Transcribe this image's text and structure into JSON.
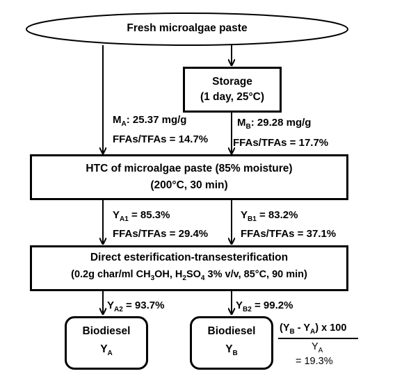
{
  "nodes": {
    "fresh": "Fresh microalgae paste",
    "storage": {
      "line1": "Storage",
      "line2": "(1 day, 25°C)"
    },
    "htc": {
      "line1": "HTC of microalgae paste (85% moisture)",
      "line2": "(200°C, 30 min)"
    },
    "ester": {
      "line1": "Direct esterification-transesterification",
      "line2_a": "(0.2g char/ml CH",
      "line2_b": "3",
      "line2_c": "OH, H",
      "line2_d": "2",
      "line2_e": "SO",
      "line2_f": "4",
      "line2_g": " 3% v/v, 85°C, 90 min)"
    },
    "biodiesel_a": {
      "title": "Biodiesel",
      "sym": "Y",
      "sub": "A"
    },
    "biodiesel_b": {
      "title": "Biodiesel",
      "sym": "Y",
      "sub": "B"
    }
  },
  "labels": {
    "ma": {
      "pre": "M",
      "sub": "A",
      "post": ": 25.37 mg/g"
    },
    "mb": {
      "pre": "M",
      "sub": "B",
      "post": ": 29.28 mg/g"
    },
    "ffa_a0": "FFAs/TFAs = 14.7%",
    "ffa_b0": "FFAs/TFAs = 17.7%",
    "ya1": {
      "pre": "Y",
      "sub": "A1",
      "post": " = 85.3%"
    },
    "yb1": {
      "pre": "Y",
      "sub": "B1",
      "post": " = 83.2%"
    },
    "ffa_a1": "FFAs/TFAs = 29.4%",
    "ffa_b1": "FFAs/TFAs = 37.1%",
    "ya2": {
      "pre": "Y",
      "sub": "A2",
      "post": " = 93.7%"
    },
    "yb2": {
      "pre": "Y",
      "sub": "B2",
      "post": " = 99.2%"
    }
  },
  "formula": {
    "num_a": "(Y",
    "num_b": "B",
    "num_c": " - Y",
    "num_d": "A",
    "num_e": ") x 100",
    "den_a": "Y",
    "den_b": "A",
    "result": "= 19.3%"
  }
}
